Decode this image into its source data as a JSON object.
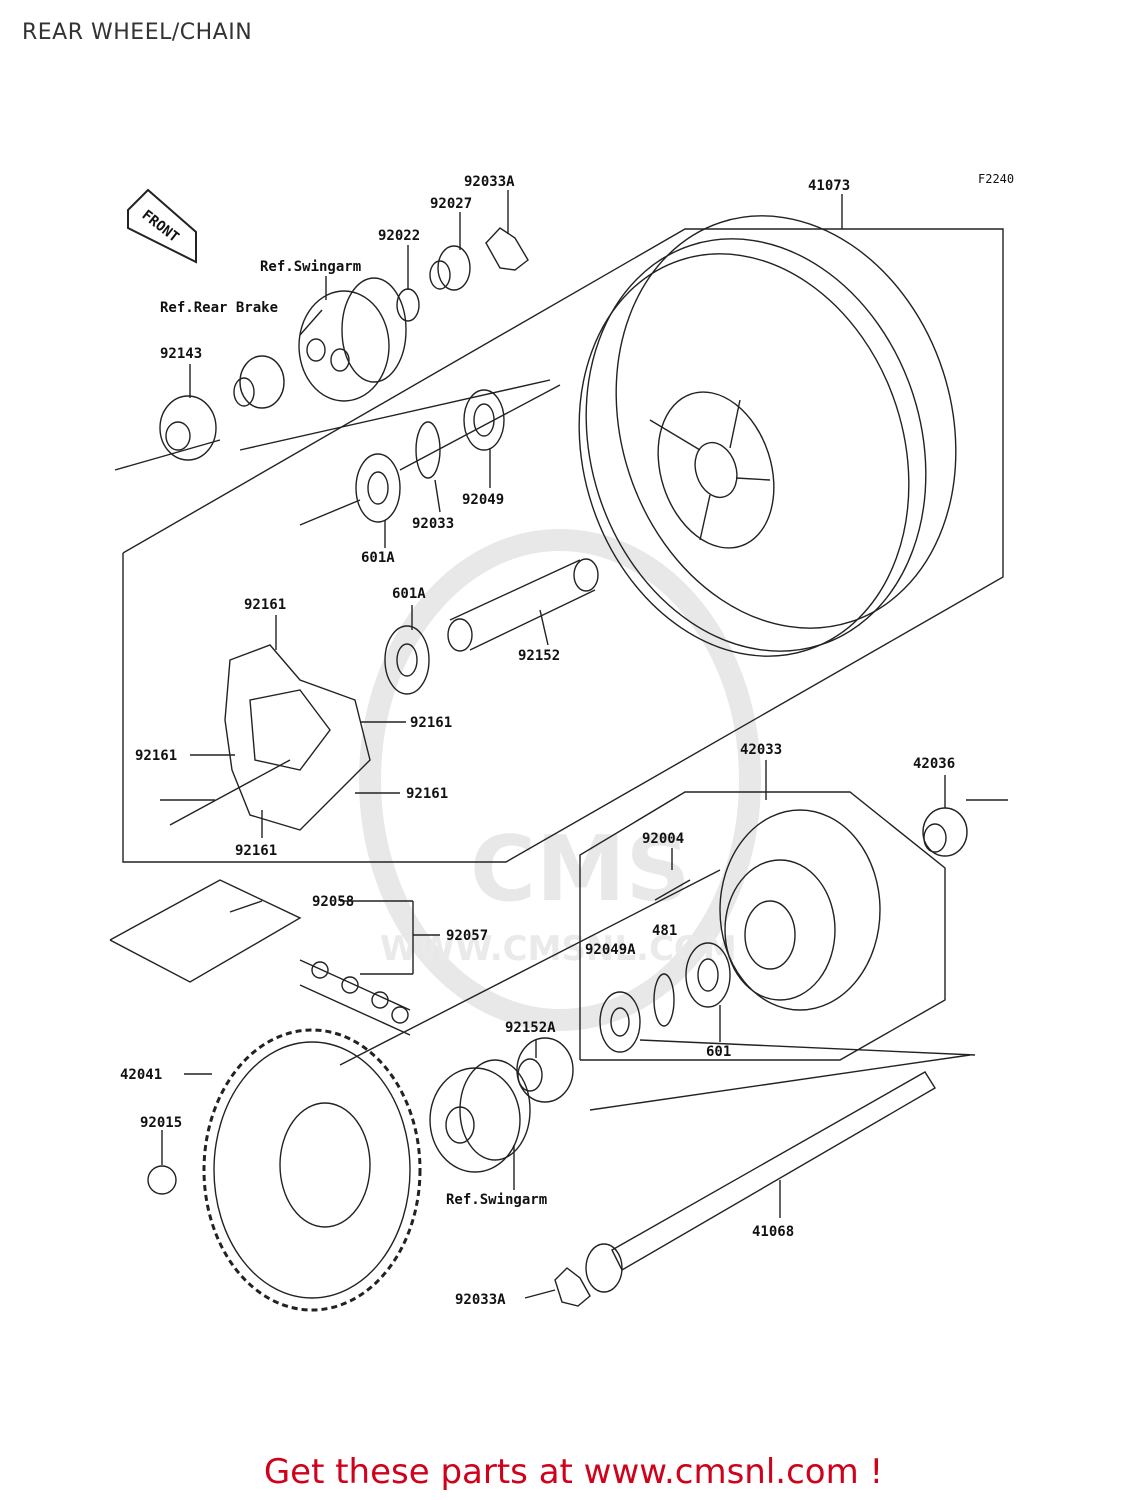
{
  "title": "REAR WHEEL/CHAIN",
  "figure_code": "F2240",
  "front_label": "FRONT",
  "watermark": {
    "logo": "CMS",
    "url": "WWW.CMSNL.COM"
  },
  "labels": {
    "p41073": "41073",
    "p92033A_top": "92033A",
    "p92027": "92027",
    "p92022": "92022",
    "ref_swingarm_top": "Ref.Swingarm",
    "ref_rear_brake": "Ref.Rear Brake",
    "p92143": "92143",
    "p92049": "92049",
    "p92033": "92033",
    "p601A_top": "601A",
    "p601A_mid": "601A",
    "p92152": "92152",
    "p92161_top": "92161",
    "p92161_r1": "92161",
    "p92161_l": "92161",
    "p92161_r2": "92161",
    "p92161_b": "92161",
    "p42033": "42033",
    "p42036": "42036",
    "p92004": "92004",
    "p481": "481",
    "p92049A": "92049A",
    "p92058": "92058",
    "p92057": "92057",
    "p92152A": "92152A",
    "p601": "601",
    "p42041": "42041",
    "p92015": "92015",
    "ref_swingarm_bottom": "Ref.Swingarm",
    "p41068": "41068",
    "p92033A_bottom": "92033A"
  },
  "footer": {
    "text": "Get these parts at www.cmsnl.com !"
  },
  "colors": {
    "line": "#222222",
    "footer": "#d0021b",
    "watermark": "#e3e3e3"
  }
}
